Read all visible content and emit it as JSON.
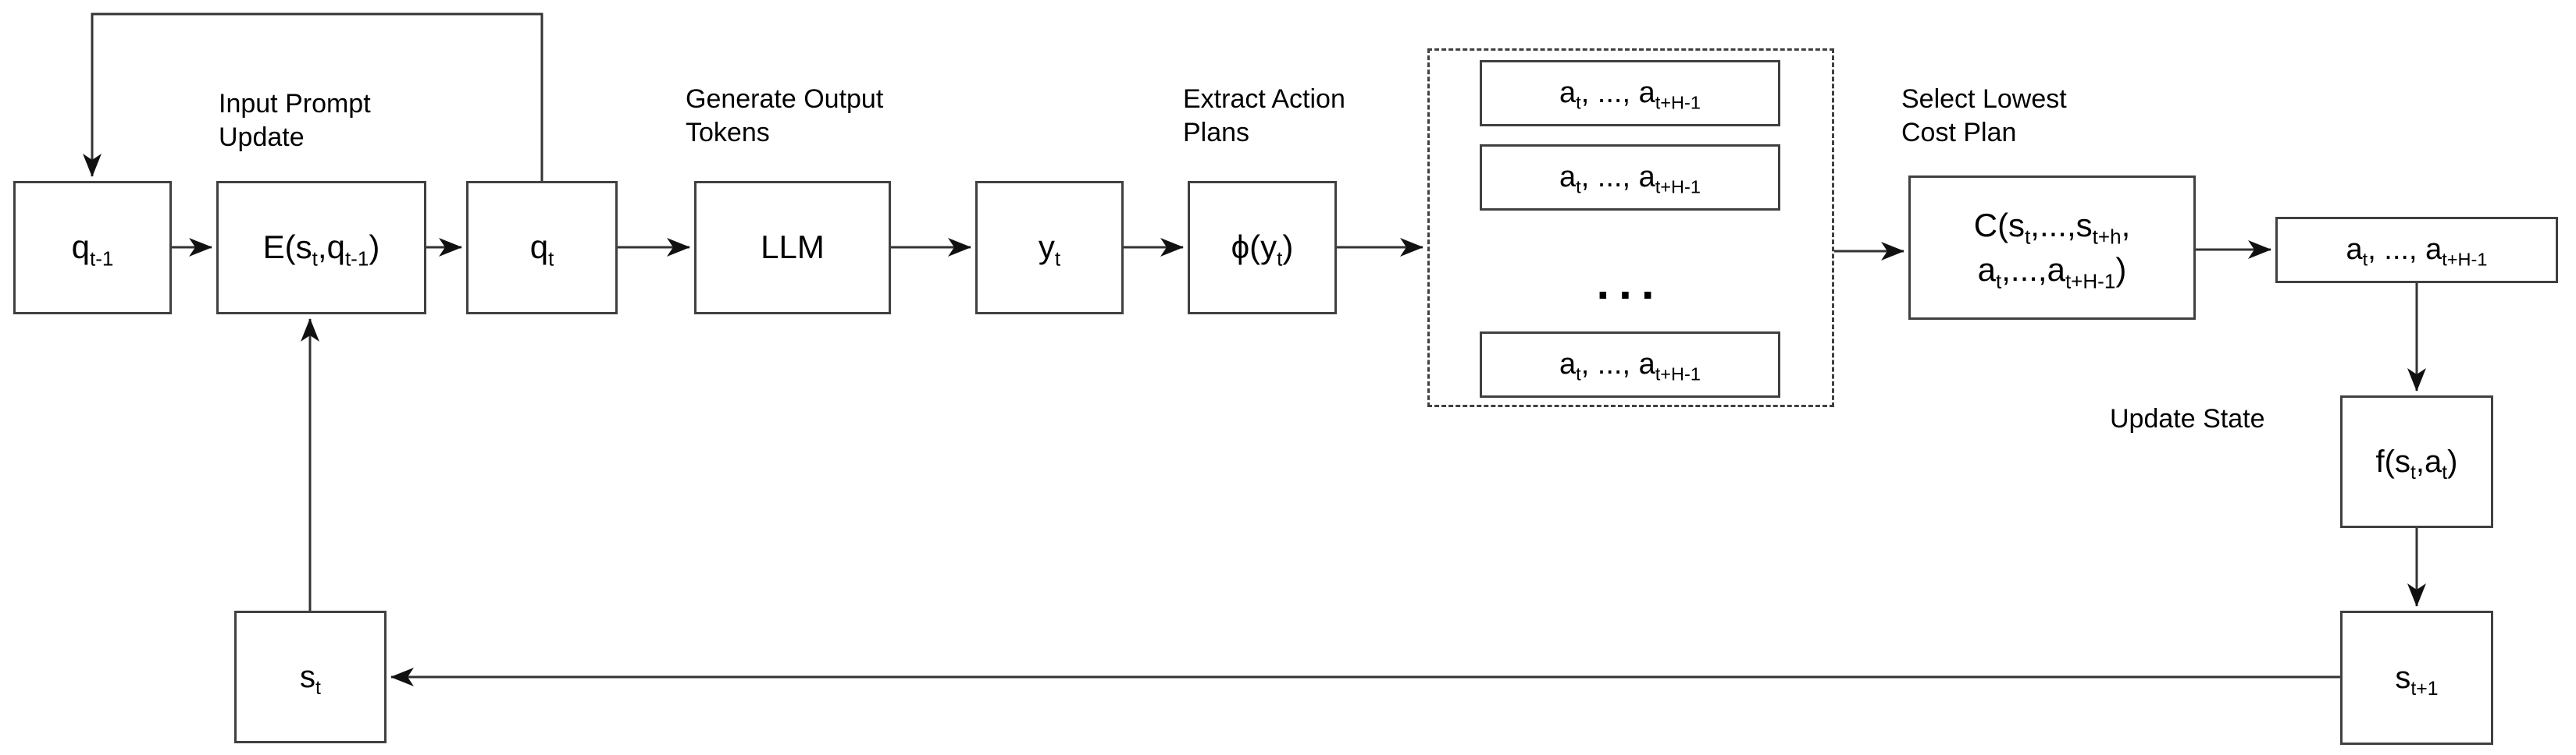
{
  "annotations": {
    "input_prompt_update": "Input Prompt\nUpdate",
    "generate_output_tokens": "Generate Output\nTokens",
    "extract_action_plans": "Extract Action\nPlans",
    "select_lowest_cost_plan": "Select Lowest\nCost Plan",
    "update_state": "Update State"
  },
  "nodes": {
    "q_prev": {
      "segments": [
        {
          "t": "q"
        },
        {
          "sub": "t-1"
        }
      ]
    },
    "e_update": {
      "segments": [
        {
          "t": "E(s"
        },
        {
          "sub": "t"
        },
        {
          "t": ",q"
        },
        {
          "sub": "t-1"
        },
        {
          "t": ")"
        }
      ]
    },
    "q_t": {
      "segments": [
        {
          "t": "q"
        },
        {
          "sub": "t"
        }
      ]
    },
    "llm": {
      "segments": [
        {
          "t": "LLM"
        }
      ]
    },
    "y_t": {
      "segments": [
        {
          "t": "y"
        },
        {
          "sub": "t"
        }
      ]
    },
    "phi": {
      "segments": [
        {
          "t": "ϕ(y"
        },
        {
          "sub": "t"
        },
        {
          "t": ")"
        }
      ]
    },
    "cost_line1": {
      "segments": [
        {
          "t": "C(s"
        },
        {
          "sub": "t"
        },
        {
          "t": ",...,s"
        },
        {
          "sub": "t+h"
        },
        {
          "t": ","
        }
      ]
    },
    "cost_line2": {
      "segments": [
        {
          "t": "a"
        },
        {
          "sub": "t"
        },
        {
          "t": ",...,a"
        },
        {
          "sub": "t+H-1"
        },
        {
          "t": ")"
        }
      ]
    },
    "f_update": {
      "segments": [
        {
          "t": "f(s"
        },
        {
          "sub": "t"
        },
        {
          "t": ",a"
        },
        {
          "sub": "t"
        },
        {
          "t": ")"
        }
      ]
    },
    "s_next": {
      "segments": [
        {
          "t": "s"
        },
        {
          "sub": "t+1"
        }
      ]
    },
    "s_t": {
      "segments": [
        {
          "t": "s"
        },
        {
          "sub": "t"
        }
      ]
    }
  },
  "plans": {
    "ellipsis": "...",
    "rows": [
      {
        "segments": [
          {
            "t": "a"
          },
          {
            "sub": "t"
          },
          {
            "t": ", ..., a"
          },
          {
            "sub": "t+H-1"
          }
        ]
      },
      {
        "segments": [
          {
            "t": "a"
          },
          {
            "sub": "t"
          },
          {
            "t": ", ..., a"
          },
          {
            "sub": "t+H-1"
          }
        ]
      },
      {
        "segments": [
          {
            "t": "a"
          },
          {
            "sub": "t"
          },
          {
            "t": ", ..., a"
          },
          {
            "sub": "t+H-1"
          }
        ]
      }
    ],
    "selected": {
      "segments": [
        {
          "t": "a"
        },
        {
          "sub": "t"
        },
        {
          "t": ", ..., a"
        },
        {
          "sub": "t+H-1"
        }
      ]
    }
  },
  "colors": {
    "box_stroke": "#404040",
    "arrow": "#333333",
    "text": "#000000",
    "background": "#ffffff"
  }
}
